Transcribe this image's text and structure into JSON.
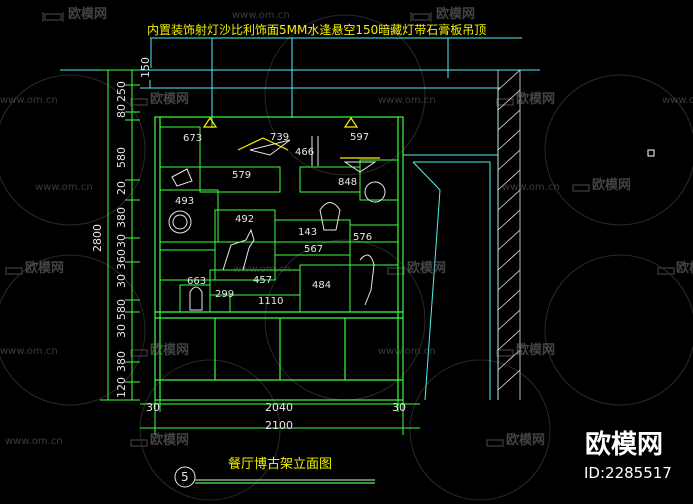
{
  "drawing": {
    "note": "内置装饰射灯沙比利饰面5MM水逢悬空150暗藏灯带石膏板吊顶",
    "title": "餐厅博古架立面图",
    "view_number": "5",
    "vertical_dims": [
      "150",
      "250",
      "80",
      "580",
      "20",
      "380",
      "30",
      "360",
      "30",
      "580",
      "30",
      "380",
      "120"
    ],
    "total_height": "2800",
    "bottom_dims": [
      "30",
      "2040",
      "30"
    ],
    "total_width": "2100",
    "shelf_labels": [
      "673",
      "739",
      "597",
      "466",
      "579",
      "848",
      "493",
      "492",
      "576",
      "143",
      "567",
      "457",
      "663",
      "484",
      "299",
      "1110"
    ]
  },
  "watermark": {
    "brand": "欧模网",
    "url": "www.om.cn",
    "id": "ID:2285517"
  },
  "colors": {
    "line_cyan": "#4ef2f2",
    "line_green": "#3cff3c",
    "line_yellow": "#f2f200",
    "line_white": "#e8e8e8",
    "background": "#000000"
  }
}
